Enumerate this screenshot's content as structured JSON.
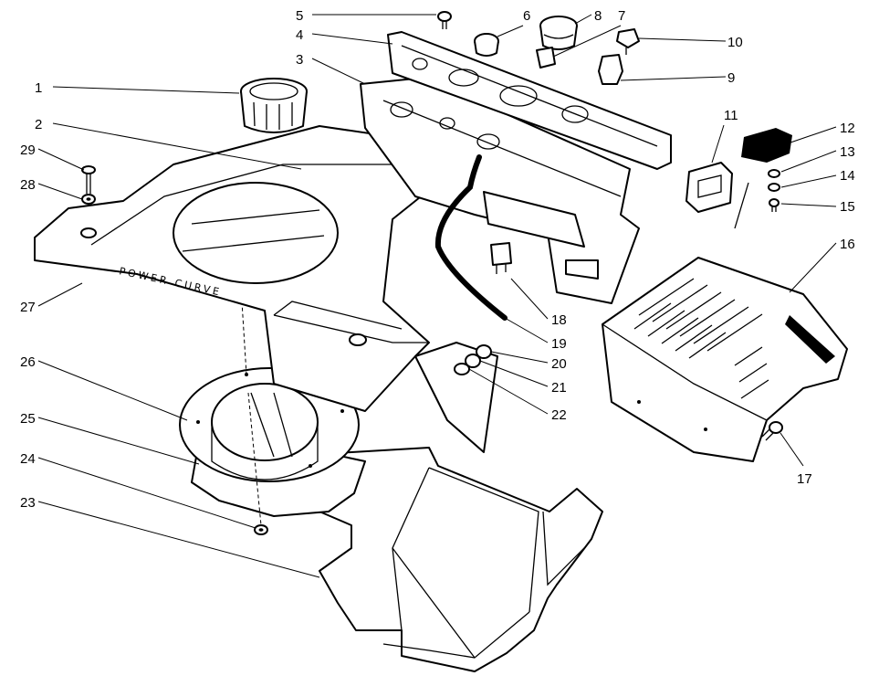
{
  "callouts": [
    {
      "label": "1",
      "name": "fuel-tank-cap"
    },
    {
      "label": "2",
      "name": "fuel-tank"
    },
    {
      "label": "3",
      "name": "control-panel-bracket"
    },
    {
      "label": "4",
      "name": "control-panel-bezel"
    },
    {
      "label": "5",
      "name": "panel-screw"
    },
    {
      "label": "6",
      "name": "choke-knob"
    },
    {
      "label": "7",
      "name": "switch-nut"
    },
    {
      "label": "8",
      "name": "ignition-switch"
    },
    {
      "label": "9",
      "name": "primer-bulb"
    },
    {
      "label": "10",
      "name": "throttle-knob"
    },
    {
      "label": "11",
      "name": "lamp-housing"
    },
    {
      "label": "12",
      "name": "lamp-bracket"
    },
    {
      "label": "13",
      "name": "lockwasher"
    },
    {
      "label": "14",
      "name": "washer"
    },
    {
      "label": "15",
      "name": "bracket-screw"
    },
    {
      "label": "16",
      "name": "engine-cover"
    },
    {
      "label": "17",
      "name": "cover-screw"
    },
    {
      "label": "18",
      "name": "wire-connector"
    },
    {
      "label": "19",
      "name": "fuel-hose"
    },
    {
      "label": "20",
      "name": "hose-clamp"
    },
    {
      "label": "21",
      "name": "grommet"
    },
    {
      "label": "22",
      "name": "fitting"
    },
    {
      "label": "23",
      "name": "lower-shroud"
    },
    {
      "label": "24",
      "name": "shroud-washer"
    },
    {
      "label": "25",
      "name": "gasket"
    },
    {
      "label": "26",
      "name": "mounting-ring"
    },
    {
      "label": "27",
      "name": "upper-housing"
    },
    {
      "label": "28",
      "name": "flat-washer"
    },
    {
      "label": "29",
      "name": "carriage-bolt"
    }
  ],
  "embossed_text": "POWER CURVE"
}
